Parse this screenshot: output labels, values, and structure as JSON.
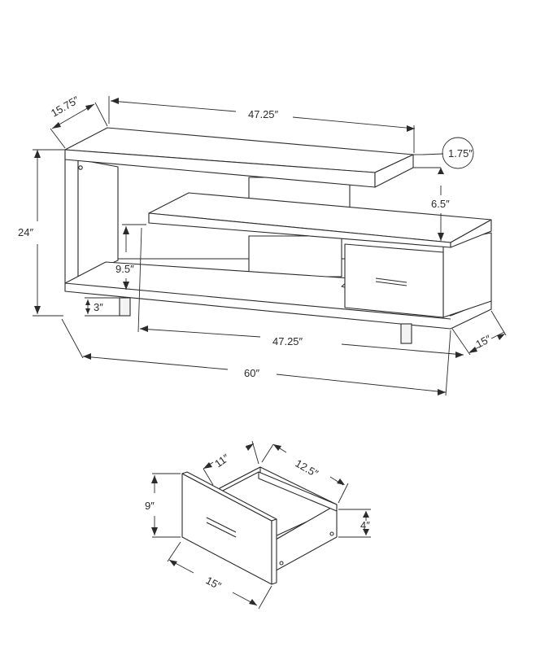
{
  "dimensions": {
    "top_depth": "15.75″",
    "top_width": "47.25″",
    "top_thickness": "1.75″",
    "height": "24″",
    "shelf_gap": "6.5″",
    "lower_gap": "9.5″",
    "leg_height": "3″",
    "lower_width": "47.25″",
    "total_width": "60″",
    "base_depth": "15″"
  },
  "drawer_dimensions": {
    "front_height": "9″",
    "inner_depth": "11″",
    "inner_width": "12.5″",
    "box_height": "4″",
    "front_width": "15″"
  }
}
